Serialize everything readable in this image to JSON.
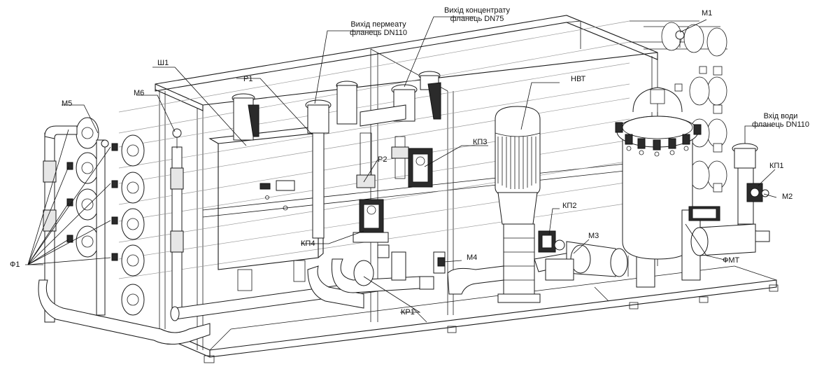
{
  "labels": {
    "permeate_outlet_line1": "Вихід пермеату",
    "permeate_outlet_line2": "фланець DN110",
    "concentrate_outlet_line1": "Вихід концентрату",
    "concentrate_outlet_line2": "фланець DN75",
    "water_inlet_line1": "Вхід води",
    "water_inlet_line2": "фланець DN110",
    "m1": "М1",
    "m2": "М2",
    "m3": "М3",
    "m4": "М4",
    "m5": "М5",
    "m6": "М6",
    "sh1": "Ш1",
    "r1": "Р1",
    "r2": "Р2",
    "nvt": "НВТ",
    "kp1": "КП1",
    "kp2": "КП2",
    "kp3": "КП3",
    "kp4": "КП4",
    "kr1": "КР1",
    "f1": "Ф1",
    "fmt": "ФМТ"
  },
  "colors": {
    "line": "#1a1a1a",
    "ghost": "#9a9a9a",
    "fill_light": "#e6e6e6",
    "fill_dark": "#2b2b2b"
  }
}
